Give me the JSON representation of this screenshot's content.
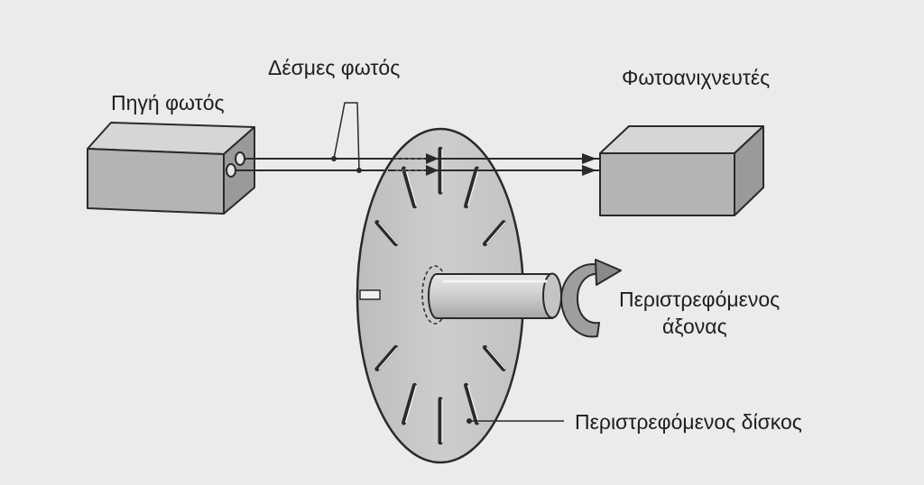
{
  "labels": {
    "light_source": "Πηγή φωτός",
    "light_beams": "Δέσμες φωτός",
    "photodetectors": "Φωτοανιχνευτές",
    "rotating_shaft_line1": "Περιστρεφόμενος",
    "rotating_shaft_line2": "άξονας",
    "rotating_disc": "Περιστρεφόμενος δίσκος"
  },
  "colors": {
    "background": "#ebebeb",
    "box_face": "#b4b4b4",
    "box_top": "#d6d6d6",
    "box_side": "#9a9a9a",
    "disc": "#c8c8c8",
    "shaft": "#d0d0d0",
    "ink": "#2a2a2a"
  }
}
